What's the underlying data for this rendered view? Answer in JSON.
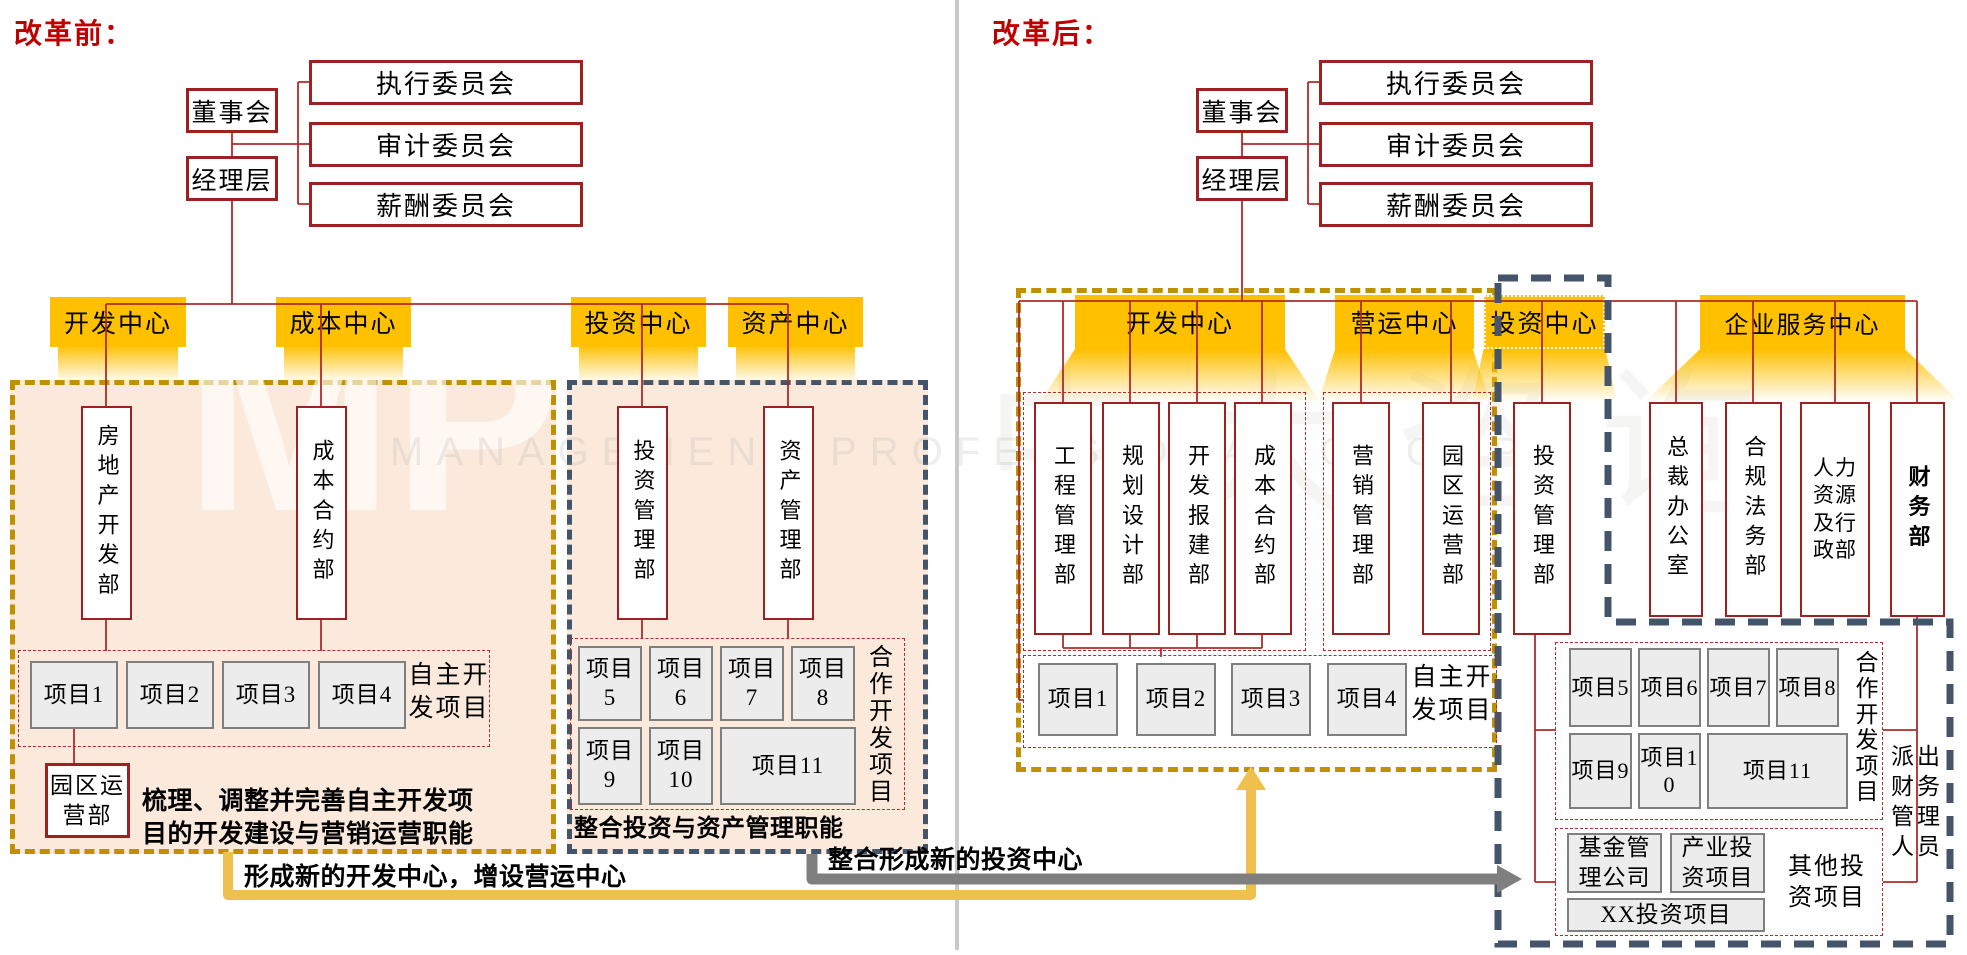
{
  "left": {
    "title": "改革前：",
    "board": "董事会",
    "management": "经理层",
    "committees": [
      "执行委员会",
      "审计委员会",
      "薪酬委员会"
    ],
    "centers": [
      "开发中心",
      "成本中心",
      "投资中心",
      "资产中心"
    ],
    "departments": {
      "dev": "房地产开发部",
      "cost": "成本合约部",
      "invest": "投资管理部",
      "asset": "资产管理部",
      "park": "园区运营部"
    },
    "self_projects": [
      "项目1",
      "项目2",
      "项目3",
      "项目4"
    ],
    "self_label": "自主开发项目",
    "coop_projects": [
      "项目5",
      "项目6",
      "项目7",
      "项目8",
      "项目9",
      "项目10",
      "项目11"
    ],
    "coop_label": "合作开发项目",
    "note_self": "梳理、调整并完善自主开发项目的开发建设与营销运营职能",
    "note_coop": "整合投资与资产管理职能"
  },
  "arrows": {
    "form_dev": "形成新的开发中心，增设营运中心",
    "form_invest": "整合形成新的投资中心"
  },
  "right": {
    "title": "改革后：",
    "board": "董事会",
    "management": "经理层",
    "committees": [
      "执行委员会",
      "审计委员会",
      "薪酬委员会"
    ],
    "centers": [
      "开发中心",
      "营运中心",
      "投资中心",
      "企业服务中心"
    ],
    "dev_departments": [
      "工程管理部",
      "规划设计部",
      "开发报建部",
      "成本合约部"
    ],
    "ops_departments": [
      "营销管理部",
      "园区运营部"
    ],
    "invest_department": "投资管理部",
    "service_departments": [
      "总裁办公室",
      "合规法务部",
      "人力资源及行政部",
      "财务部"
    ],
    "self_projects": [
      "项目1",
      "项目2",
      "项目3",
      "项目4"
    ],
    "self_label": "自主开发项目",
    "coop_projects": [
      "项目5",
      "项目6",
      "项目7",
      "项目8",
      "项目9",
      "项目10",
      "项目11"
    ],
    "coop_label": "合作开发项目",
    "dispatch_label": "派出财务管理人员",
    "invest_entities": [
      "基金管理公司",
      "产业投资项目",
      "XX投资项目"
    ],
    "other_label": "其他投资项目"
  },
  "watermark": {
    "logo": "MP",
    "cn": "中大咨询",
    "en": "MANAGEMENT PROFESSIONAL GROUP"
  },
  "colors": {
    "title_red": "#C00000",
    "line_red": "#B02B2B",
    "border_red": "#9C2121",
    "gold": "#BF9000",
    "slate": "#44546A",
    "orange": "#FFC000",
    "peach": "#FBEADC",
    "arrow_yellow": "#EFC050",
    "arrow_gray": "#7F7F7F"
  }
}
